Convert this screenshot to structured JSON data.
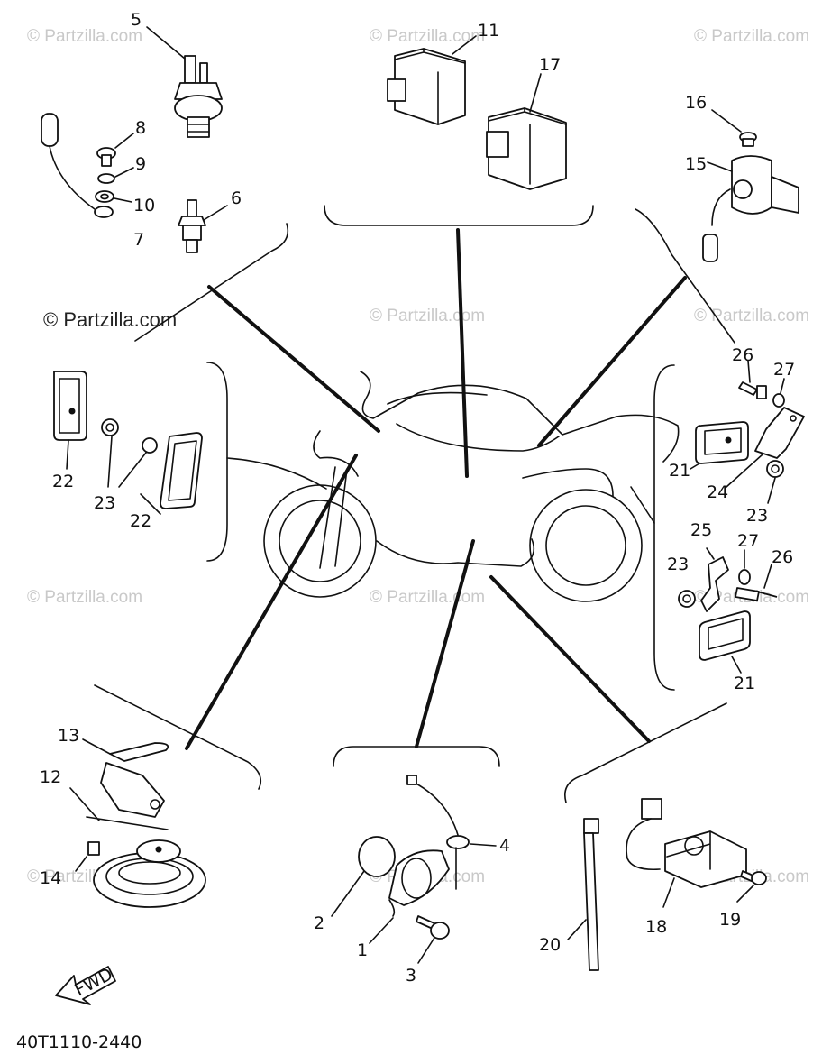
{
  "diagram_code": "40T1110-2440",
  "fwd_label": "FWD",
  "watermark_text": "© Partzilla.com",
  "callouts": [
    "1",
    "2",
    "3",
    "4",
    "5",
    "6",
    "7",
    "8",
    "9",
    "10",
    "11",
    "12",
    "13",
    "14",
    "15",
    "16",
    "17",
    "18",
    "19",
    "20",
    "21",
    "22",
    "23",
    "24",
    "25",
    "26",
    "27"
  ]
}
